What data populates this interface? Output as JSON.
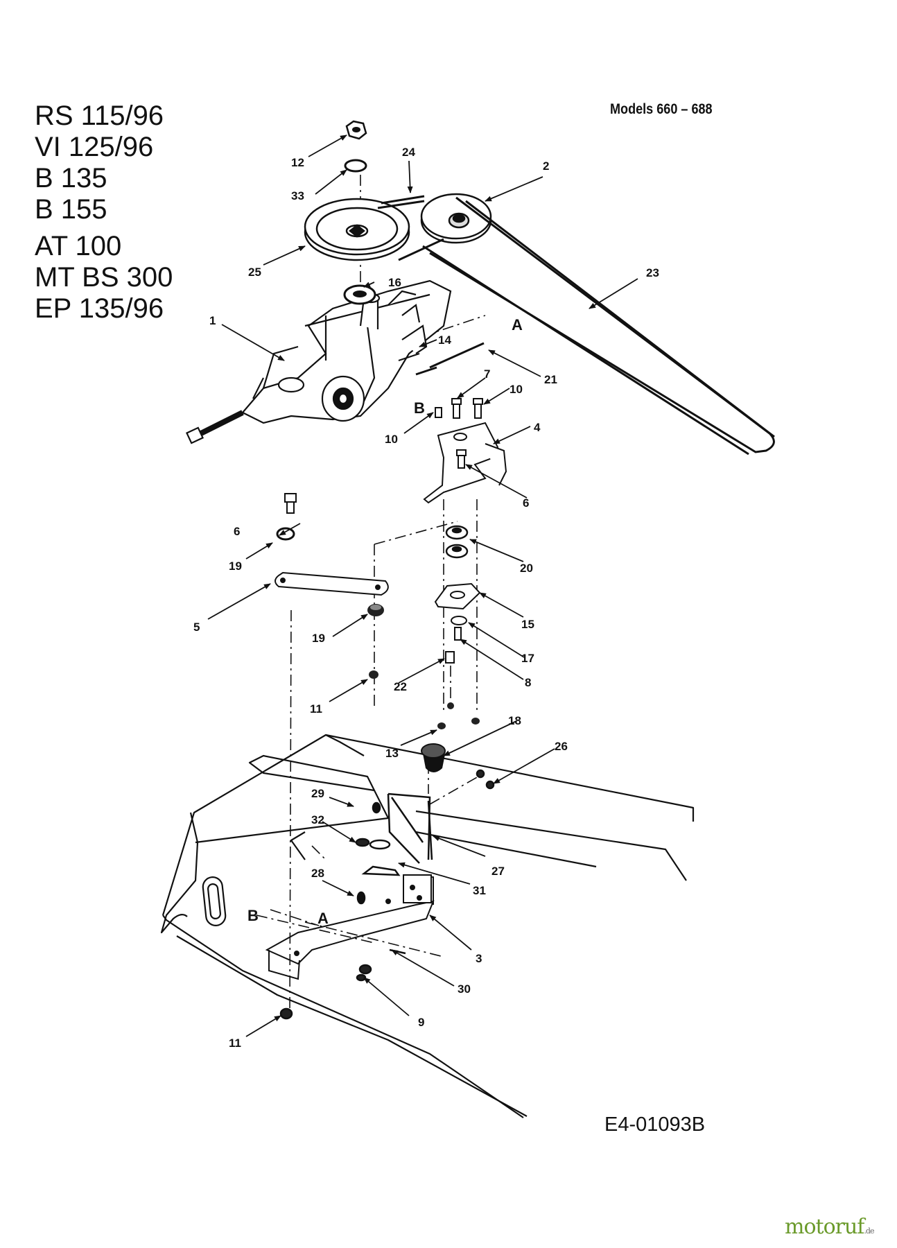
{
  "models": [
    "RS 115/96",
    "VI 125/96",
    "B 135",
    "B 155",
    "AT 100",
    "MT BS 300",
    "EP 135/96"
  ],
  "model_range": "Models 660 – 688",
  "drawing_code": "E4-01093B",
  "watermark": {
    "brand": "motoruf",
    "tld": ".de"
  },
  "callouts": {
    "c1": "1",
    "c2": "2",
    "c3": "3",
    "c4": "4",
    "c5": "5",
    "c6a": "6",
    "c6b": "6",
    "c7": "7",
    "c8": "8",
    "c9": "9",
    "c10a": "10",
    "c10b": "10",
    "c11a": "11",
    "c11b": "11",
    "c12": "12",
    "c13": "13",
    "c14": "14",
    "c15": "15",
    "c16": "16",
    "c17": "17",
    "c18": "18",
    "c19a": "19",
    "c19b": "19",
    "c20": "20",
    "c21": "21",
    "c22": "22",
    "c23": "23",
    "c24": "24",
    "c25": "25",
    "c26": "26",
    "c27": "27",
    "c28": "28",
    "c29": "29",
    "c30": "30",
    "c31": "31",
    "c32": "32",
    "c33": "33"
  },
  "refs": {
    "a_top": "A",
    "b_top": "B",
    "a_bottom": "A",
    "b_bottom": "B"
  }
}
